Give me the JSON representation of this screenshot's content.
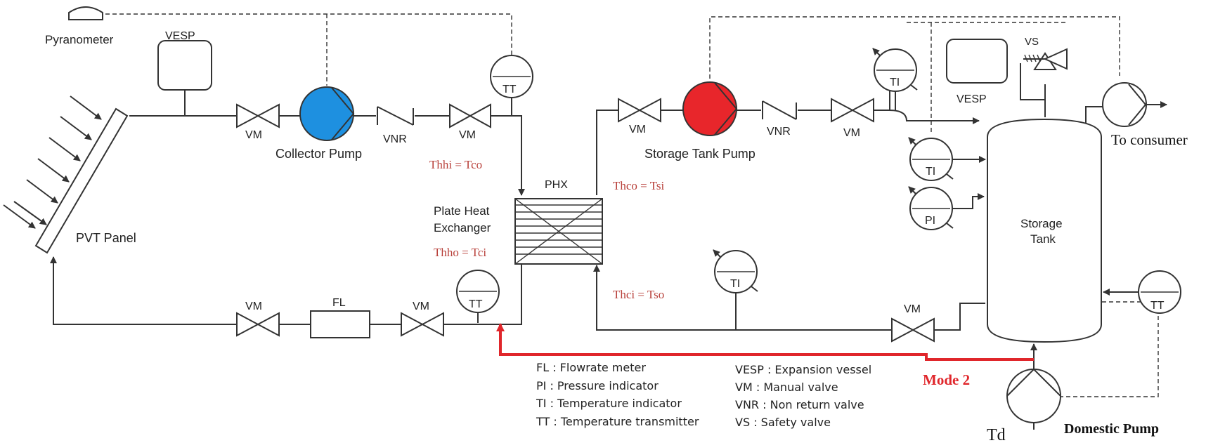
{
  "labels": {
    "pyranometer": "Pyranometer",
    "vesp_left": "VESP",
    "vesp_right": "VESP",
    "vs": "VS",
    "collector_pump": "Collector Pump",
    "storage_tank_pump": "Storage Tank Pump",
    "pvt_panel": "PVT Panel",
    "phx": "PHX",
    "plate_hx_line1": "Plate Heat",
    "plate_hx_line2": "Exchanger",
    "storage_tank_line1": "Storage",
    "storage_tank_line2": "Tank",
    "to_consumer": "To consumer",
    "domestic_pump": "Domestic Pump",
    "td": "Td",
    "mode2": "Mode 2",
    "fl": "FL",
    "vm": "VM",
    "vnr": "VNR",
    "tt": "TT",
    "ti": "TI",
    "pi": "PI"
  },
  "temperatures": {
    "thhi": "Thhi = Tco",
    "thho": "Thho = Tci",
    "thco": "Thco = Tsi",
    "thci": "Thci = Tso"
  },
  "legend_left": [
    "FL : Flowrate meter",
    "PI : Pressure indicator",
    "TI : Temperature indicator",
    "TT : Temperature transmitter"
  ],
  "legend_right": [
    "VESP : Expansion vessel",
    "VM : Manual valve",
    "VNR : Non return valve",
    "VS : Safety valve"
  ],
  "colors": {
    "collector_pump": "#1e90e0",
    "storage_pump": "#e8262b",
    "mode2_line": "#e0262b",
    "temp_label": "#b8403a"
  }
}
